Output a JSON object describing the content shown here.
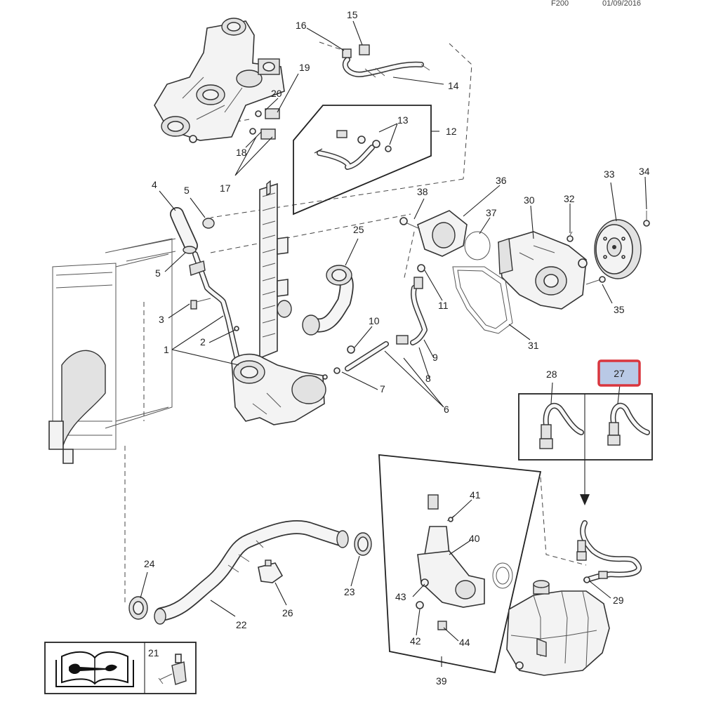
{
  "header": {
    "code": "F200",
    "date": "01/09/2016"
  },
  "highlight": {
    "label": "27",
    "border_color": "#d9363e",
    "fill_color": "#b9c9e6"
  },
  "callouts": [
    {
      "id": "c1",
      "text": "1"
    },
    {
      "id": "c2",
      "text": "2"
    },
    {
      "id": "c3",
      "text": "3"
    },
    {
      "id": "c4",
      "text": "4"
    },
    {
      "id": "c5a",
      "text": "5"
    },
    {
      "id": "c5b",
      "text": "5"
    },
    {
      "id": "c6",
      "text": "6"
    },
    {
      "id": "c7",
      "text": "7"
    },
    {
      "id": "c8",
      "text": "8"
    },
    {
      "id": "c9",
      "text": "9"
    },
    {
      "id": "c10",
      "text": "10"
    },
    {
      "id": "c11",
      "text": "11"
    },
    {
      "id": "c12",
      "text": "12"
    },
    {
      "id": "c13",
      "text": "13"
    },
    {
      "id": "c14",
      "text": "14"
    },
    {
      "id": "c15",
      "text": "15"
    },
    {
      "id": "c16",
      "text": "16"
    },
    {
      "id": "c17",
      "text": "17"
    },
    {
      "id": "c18",
      "text": "18"
    },
    {
      "id": "c19",
      "text": "19"
    },
    {
      "id": "c20",
      "text": "20"
    },
    {
      "id": "c21",
      "text": "21"
    },
    {
      "id": "c22",
      "text": "22"
    },
    {
      "id": "c23",
      "text": "23"
    },
    {
      "id": "c24",
      "text": "24"
    },
    {
      "id": "c25",
      "text": "25"
    },
    {
      "id": "c26",
      "text": "26"
    },
    {
      "id": "c28",
      "text": "28"
    },
    {
      "id": "c29",
      "text": "29"
    },
    {
      "id": "c30",
      "text": "30"
    },
    {
      "id": "c31",
      "text": "31"
    },
    {
      "id": "c32",
      "text": "32"
    },
    {
      "id": "c33",
      "text": "33"
    },
    {
      "id": "c34",
      "text": "34"
    },
    {
      "id": "c35",
      "text": "35"
    },
    {
      "id": "c36",
      "text": "36"
    },
    {
      "id": "c37",
      "text": "37"
    },
    {
      "id": "c38",
      "text": "38"
    },
    {
      "id": "c39",
      "text": "39"
    },
    {
      "id": "c40",
      "text": "40"
    },
    {
      "id": "c41",
      "text": "41"
    },
    {
      "id": "c42",
      "text": "42"
    },
    {
      "id": "c43",
      "text": "43"
    },
    {
      "id": "c44",
      "text": "44"
    }
  ],
  "icons": {
    "manual": "service-manual-icon",
    "connector": "connector-icon"
  }
}
